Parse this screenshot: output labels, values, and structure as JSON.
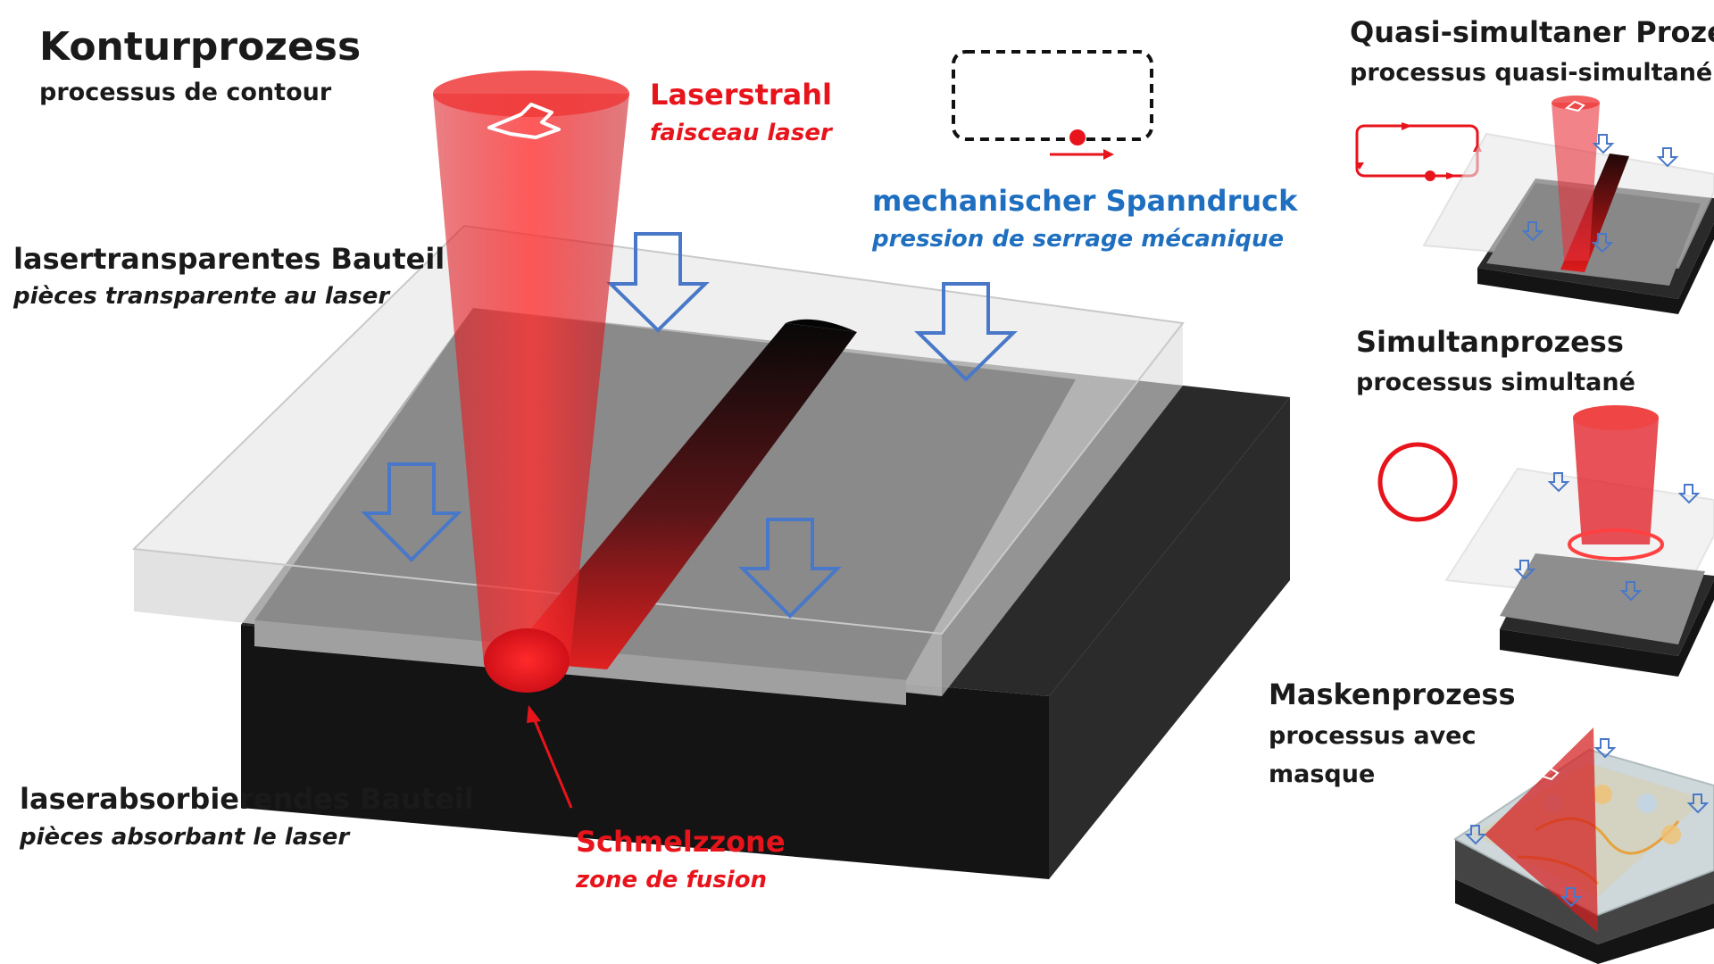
{
  "main_title": "Konturprozess",
  "main_subtitle": "processus de contour",
  "labels": {
    "laser_beam_de": "Laserstrahl",
    "laser_beam_fr": "faisceau laser",
    "clamp_de": "mechanischer Spanndruck",
    "clamp_fr": "pression de serrage mécanique",
    "transparent_de": "lasertransparentes Bauteil",
    "transparent_fr": "pièces transparente au laser",
    "absorbing_de": "laserabsorbierendes Bauteil",
    "absorbing_fr": "pièces absorbant le laser",
    "melt_de": "Schmelzzone",
    "melt_fr": "zone de fusion"
  },
  "side_panels": [
    {
      "title": "Quasi-simultaner Prozess",
      "subtitle": "processus quasi-simultané"
    },
    {
      "title": "Simultanprozess",
      "subtitle": "processus simultané"
    },
    {
      "title": "Maskenprozess",
      "subtitle_lines": [
        "processus avec",
        "masque"
      ]
    }
  ],
  "colors": {
    "laser_red": "#e8141c",
    "pressure_blue": "#4a78c8",
    "absorbing_part": "#1c1c1c",
    "transparent_part": "#e9e9e9"
  },
  "icons": [
    "laser-direction-arrow-icon",
    "pressure-arrow-icon",
    "contour-path-icon",
    "circle-contour-icon"
  ]
}
